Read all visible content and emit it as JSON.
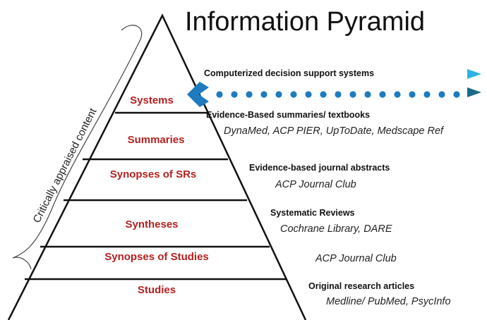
{
  "title": "Information Pyramid",
  "side_label": "Critically appraised content",
  "levels": [
    {
      "name": "Systems",
      "description": "Computerized decision support systems",
      "examples": ""
    },
    {
      "name": "Summaries",
      "description": "Evidence-Based summaries/ textbooks",
      "examples": "DynaMed, ACP PIER, UpToDate, Medscape Ref"
    },
    {
      "name": "Synopses of SRs",
      "description": "Evidence-based journal abstracts",
      "examples": "ACP Journal Club"
    },
    {
      "name": "Syntheses",
      "description": "Systematic Reviews",
      "examples": "Cochrane Library, DARE"
    },
    {
      "name": "Synopses of Studies",
      "description": "",
      "examples": "ACP Journal Club"
    },
    {
      "name": "Studies",
      "description": "Original research articles",
      "examples": "Medline/ PubMed, PsycInfo"
    }
  ],
  "colors": {
    "level_text": "#b51f1f",
    "arrow": "#1e7bbf",
    "accent_light": "#2bb3e6",
    "accent_dark": "#1a6a8c",
    "outline": "#111111"
  }
}
